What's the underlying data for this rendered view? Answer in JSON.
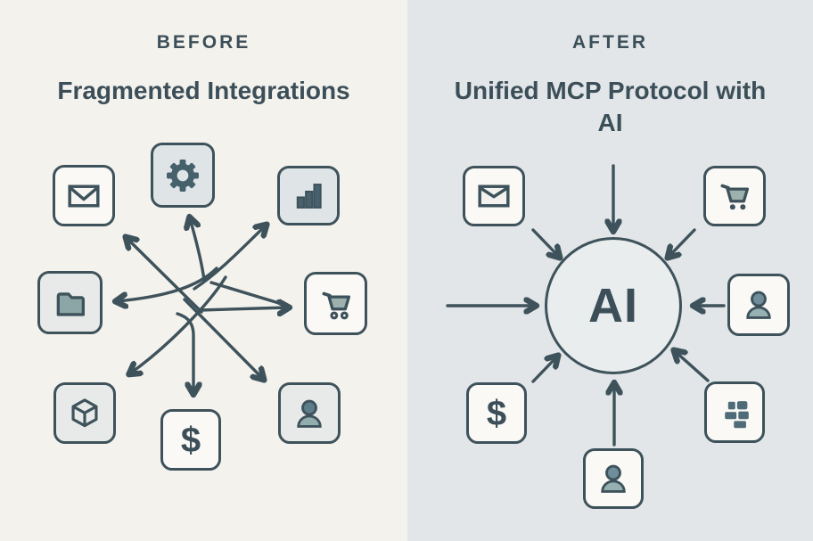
{
  "left_panel": {
    "header": "BEFORE",
    "title": "Fragmented Integrations",
    "icons": [
      {
        "name": "envelope-icon"
      },
      {
        "name": "gear-icon"
      },
      {
        "name": "bar-chart-icon"
      },
      {
        "name": "folder-icon"
      },
      {
        "name": "shopping-cart-icon"
      },
      {
        "name": "cube-icon"
      },
      {
        "name": "dollar-icon"
      },
      {
        "name": "user-icon"
      }
    ]
  },
  "right_panel": {
    "header": "AFTER",
    "title": "Unified MCP Protocol with AI",
    "center_label": "AI",
    "icons": [
      {
        "name": "envelope-icon"
      },
      {
        "name": "shopping-cart-icon"
      },
      {
        "name": "user-icon"
      },
      {
        "name": "dollar-icon"
      },
      {
        "name": "user-icon"
      },
      {
        "name": "blocks-icon"
      }
    ]
  },
  "symbols": {
    "dollar": "$"
  },
  "colors": {
    "slate": "#3e525b",
    "text": "#3c4f59",
    "left_bg": "#f4f2ed",
    "right_bg": "#e2e6e8",
    "box_white": "#faf9f5",
    "box_gray": "#dfe5e6",
    "teal_fill": "#8ca5a6",
    "teal_dark": "#5e7d8a",
    "circle_fill": "#e9edee"
  }
}
